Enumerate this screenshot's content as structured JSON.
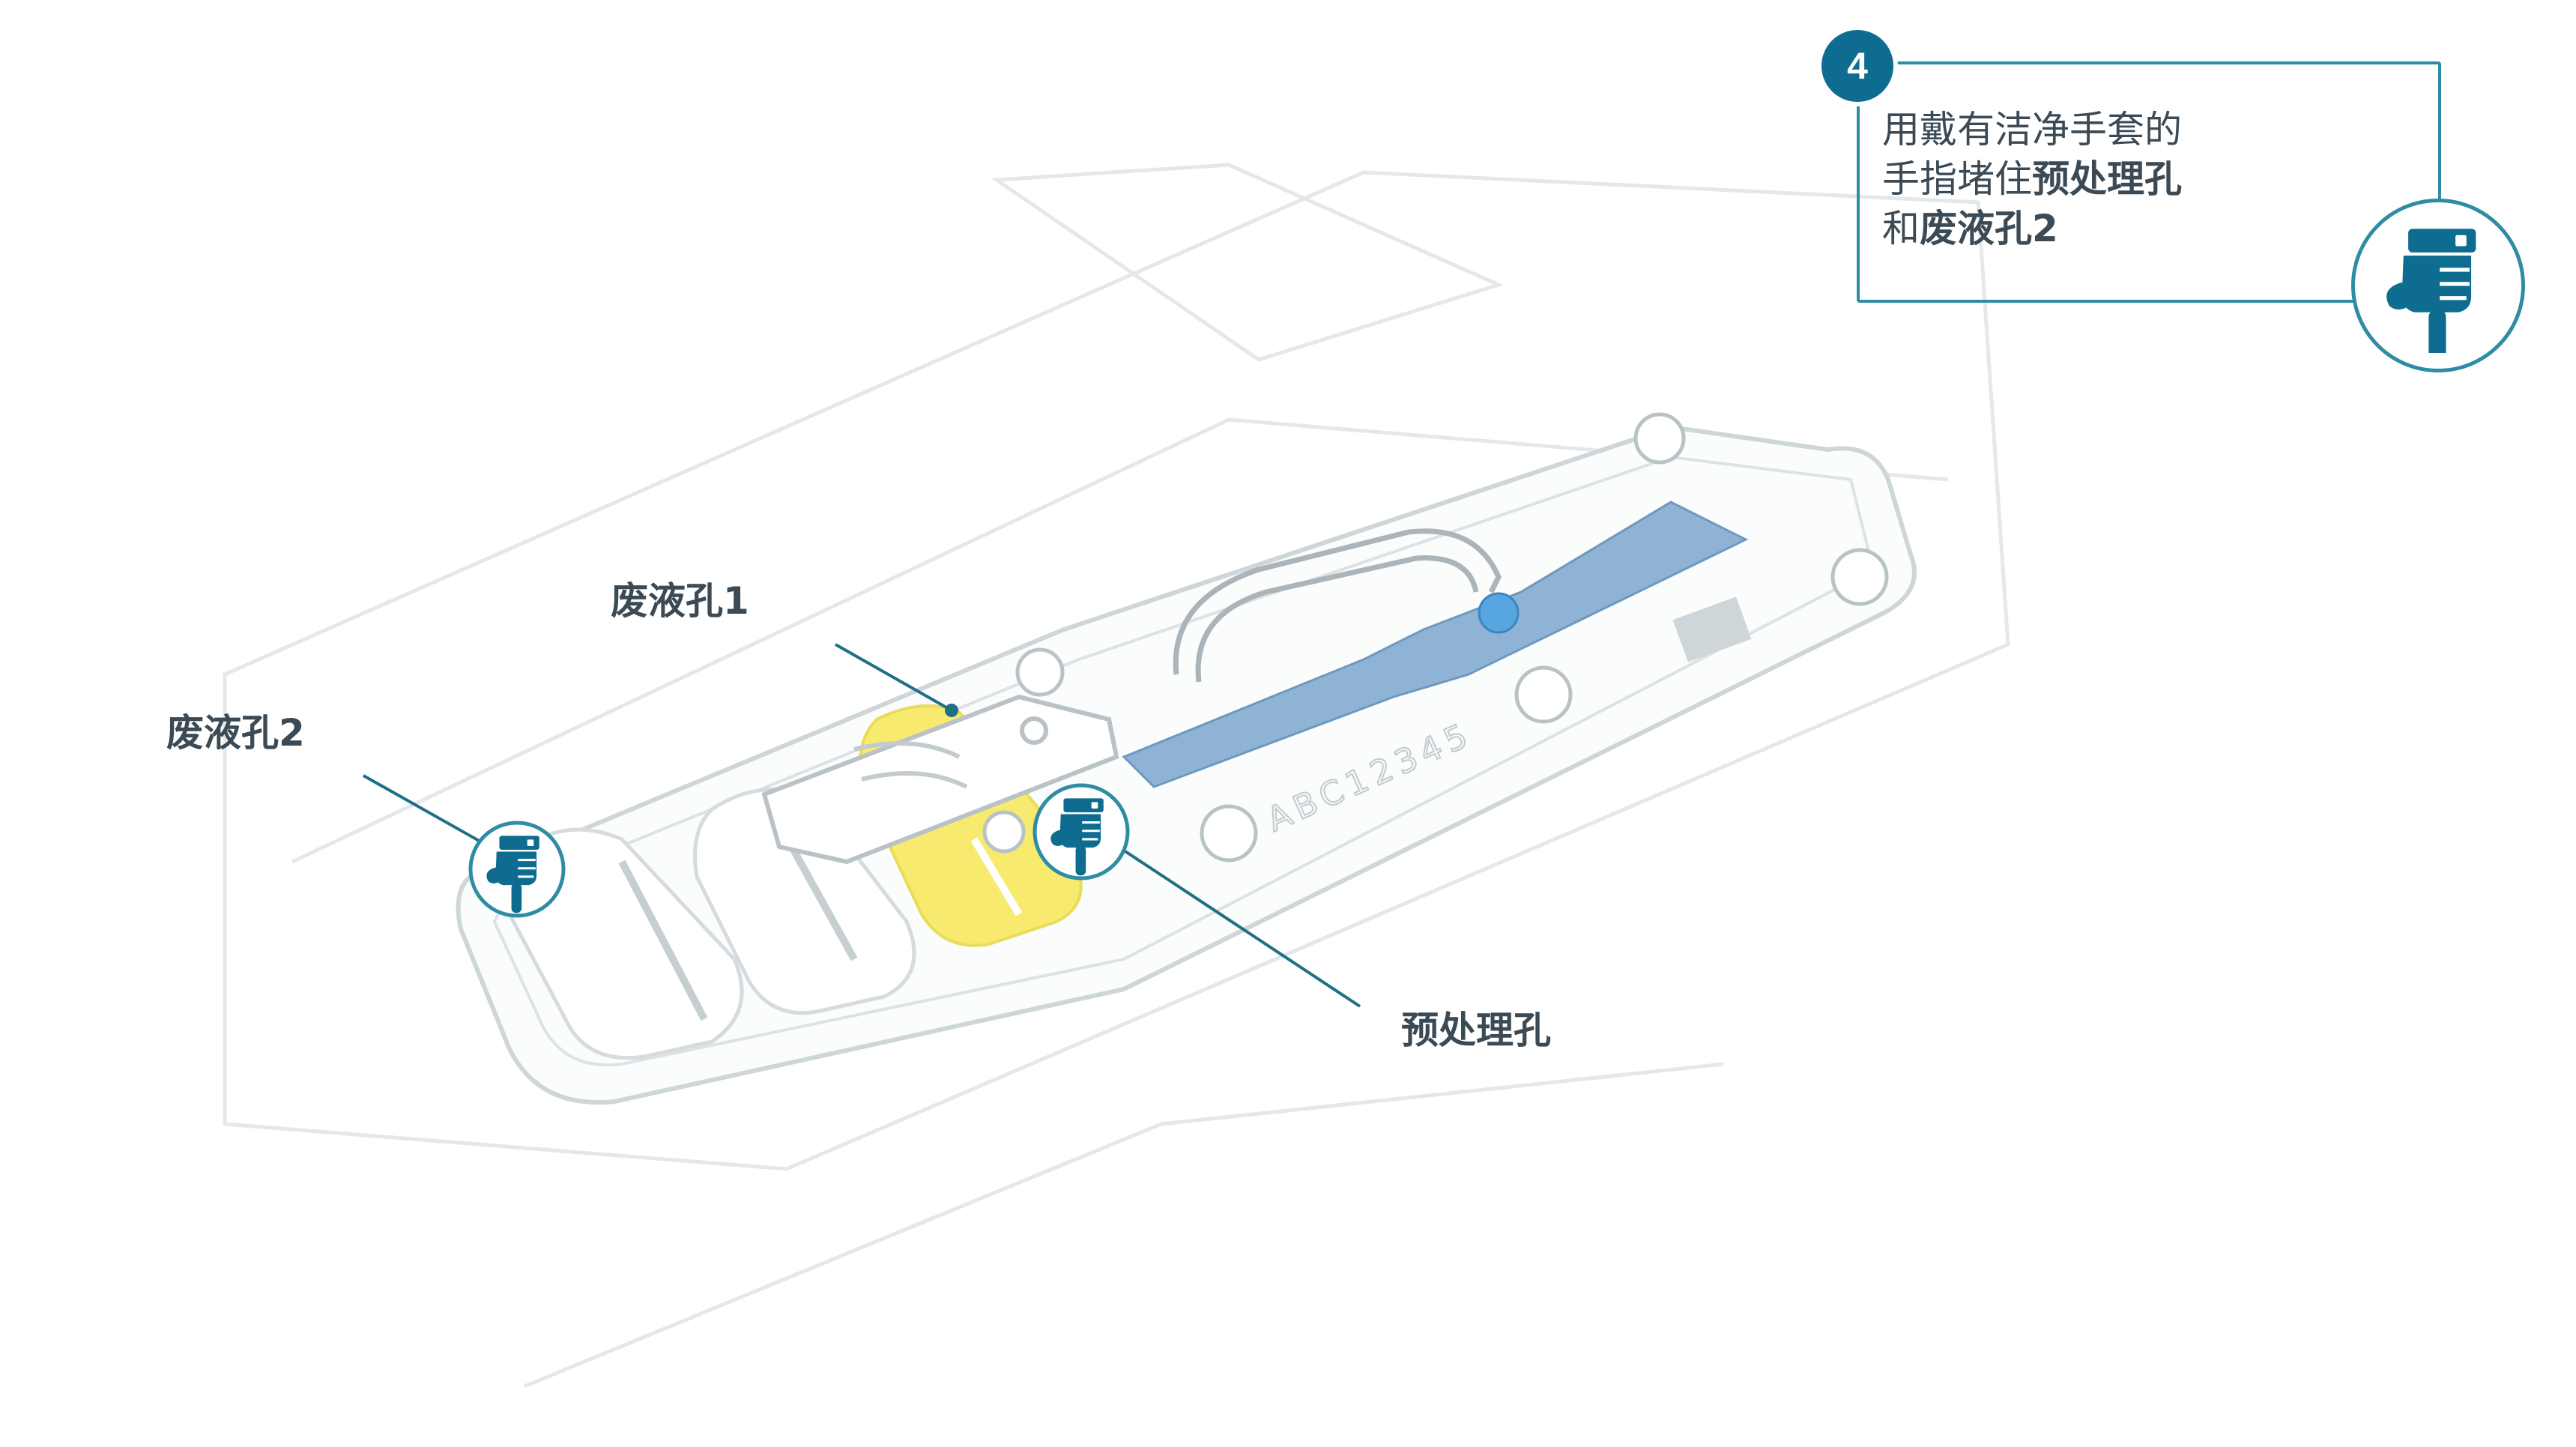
{
  "labels": {
    "waste_well_1": "废液孔1",
    "waste_well_2": "废液孔2",
    "pretreatment_well": "预处理孔"
  },
  "callout": {
    "step_number": "4",
    "line1": "用戴有洁净手套的",
    "line2_prefix": "手指堵住",
    "line2_bold": "预处理孔",
    "line3_prefix": "和",
    "line3_bold": "废液孔2"
  },
  "chip_text": "ABC12345",
  "colors": {
    "accent": "#0d6c8f",
    "leader": "#1f6f87",
    "highlight_yellow": "#f7ea6e",
    "channel_blue": "#8fb3d4",
    "text": "#3b4a54"
  },
  "icons": [
    "hand-pointing-down-icon"
  ]
}
